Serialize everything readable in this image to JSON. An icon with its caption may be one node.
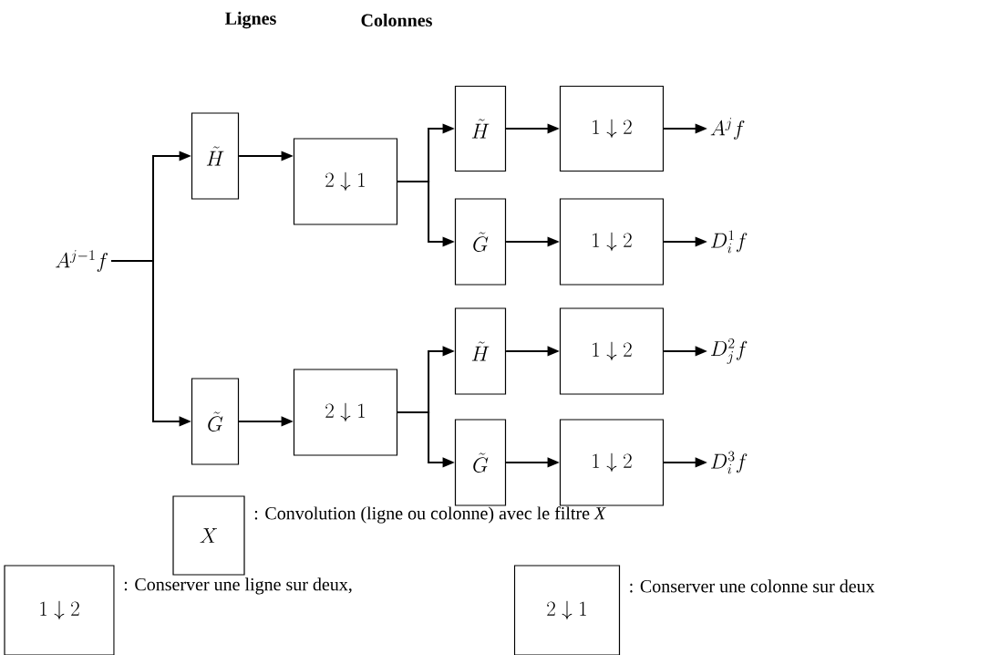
{
  "diagram": {
    "nodes": [
      {
        "text": [
          "A^{j-1}f"
        ]
      },
      {
        "text": [
          "\\tilde{H}"
        ]
      },
      {
        "text": [
          "2\\downarrow 1"
        ]
      },
      {
        "text": [
          "\\tilde{G}"
        ]
      },
      {
        "text": [
          "2\\downarrow 1"
        ]
      },
      {
        "text": [
          "\\tilde{H}"
        ]
      },
      {
        "text": [
          "1\\downarrow 2"
        ]
      },
      {
        "text": [
          "\\tilde{G}"
        ]
      },
      {
        "text": [
          "1\\downarrow 2"
        ]
      },
      {
        "text": [
          "\\tilde{H}"
        ]
      },
      {
        "text": [
          "1\\downarrow 2"
        ]
      },
      {
        "text": [
          "\\tilde{G}"
        ]
      },
      {
        "text": [
          "1\\downarrow 2"
        ]
      },
      {
        "text": [
          "A^{j}f"
        ]
      },
      {
        "text": [
          "D_i^1f"
        ]
      },
      {
        "text": [
          "D_j^2f"
        ]
      },
      {
        "text": [
          "D_i^3f"
        ]
      },
      {
        "text": [
          "X"
        ],
        "beside": [
          ": Convolution (ligne ou colonne) avec le filtre *X*"
        ]
      },
      {
        "text": [
          "1\\downarrow 2"
        ],
        "beside": [
          ": Conserver une ligne sur deux,"
        ]
      },
      {
        "text": [
          "2\\downarrow 1"
        ],
        "beside": [
          ": Conserver une colonne sur deux"
        ]
      }
    ],
    "edges": [
      {
        "from": 0,
        "to": 1,
        "arrow": "to"
      },
      {
        "from": 0,
        "to": 3,
        "arrow": "to"
      },
      {
        "from": 1,
        "to": 2,
        "arrow": "to"
      },
      {
        "from": 3,
        "to": 4,
        "arrow": "to"
      },
      {
        "from": 2,
        "to": 5,
        "arrow": "to"
      },
      {
        "from": 2,
        "to": 7,
        "arrow": "to"
      },
      {
        "from": 4,
        "to": 9,
        "arrow": "to"
      },
      {
        "from": 4,
        "to": 11,
        "arrow": "to"
      },
      {
        "from": 5,
        "to": 6,
        "arrow": "to"
      },
      {
        "from": 7,
        "to": 8,
        "arrow": "to"
      },
      {
        "from": 9,
        "to": 10,
        "arrow": "to"
      },
      {
        "from": 11,
        "to": 12,
        "arrow": "to"
      },
      {
        "from": 6,
        "to": 13,
        "arrow": "to"
      },
      {
        "from": 8,
        "to": 14,
        "arrow": "to"
      },
      {
        "from": 10,
        "to": 15,
        "arrow": "to"
      },
      {
        "from": 12,
        "to": 16,
        "arrow": "to"
      }
    ],
    "labels": [
      "Lignes",
      "Colonnes"
    ]
  }
}
